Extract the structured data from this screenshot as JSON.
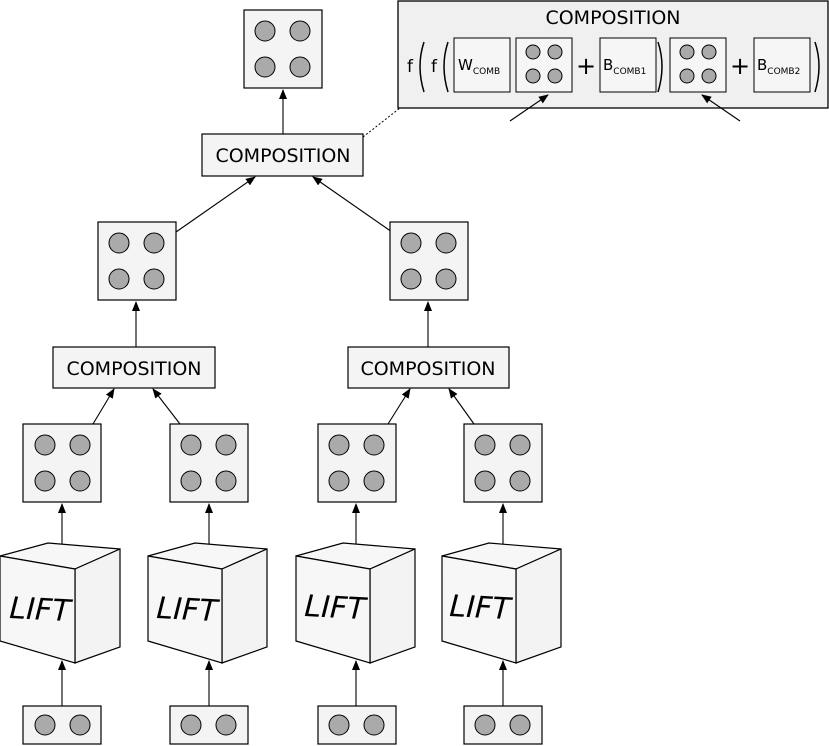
{
  "labels": {
    "composition": "COMPOSITION",
    "lift": "LIFT",
    "f": "f",
    "plus": "+",
    "w_main": "W",
    "w_sub": "COMB",
    "b1_main": "B",
    "b1_sub": "COMB1",
    "b2_main": "B",
    "b2_sub": "COMB2"
  },
  "inset_title": "COMPOSITION"
}
